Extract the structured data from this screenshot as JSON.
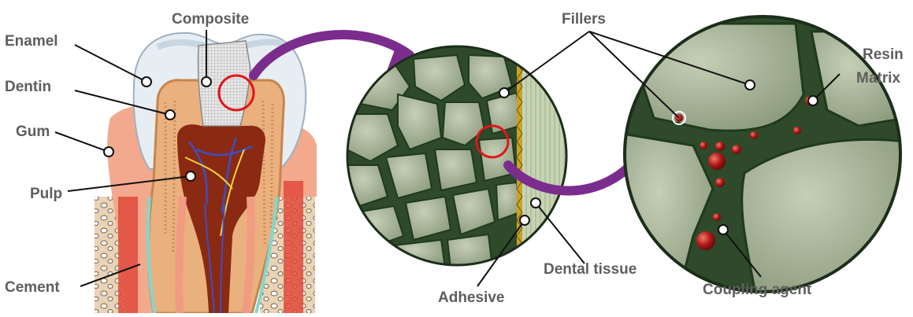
{
  "labels": {
    "composite": "Composite",
    "enamel": "Enamel",
    "dentin": "Dentin",
    "gum": "Gum",
    "pulp": "Pulp",
    "cement": "Cement",
    "fillers": "Fillers",
    "adhesive": "Adhesive",
    "dental_tissue": "Dental tissue",
    "resin_matrix_line1": "Resin",
    "resin_matrix_line2": "Matrix",
    "coupling_agent": "Coupling agent"
  },
  "colors": {
    "label_text": "#5e5e5e",
    "leader_line": "#111111",
    "highlight_circle": "#e0161b",
    "arrow": "#7b2d8e",
    "filler": "#a6b395",
    "matrix": "#2e4a2a",
    "particle": "#b01818",
    "gum": "#f2a98e",
    "enamel": "#e6edf3",
    "dentin": "#eab07e",
    "pulp_chamber": "#8a2a12",
    "bone": "#e5cdb0"
  },
  "icons": {
    "tooth": "tooth-cross-section-icon",
    "microstructure": "filler-microstructure-icon",
    "magnified": "resin-matrix-magnified-icon"
  }
}
